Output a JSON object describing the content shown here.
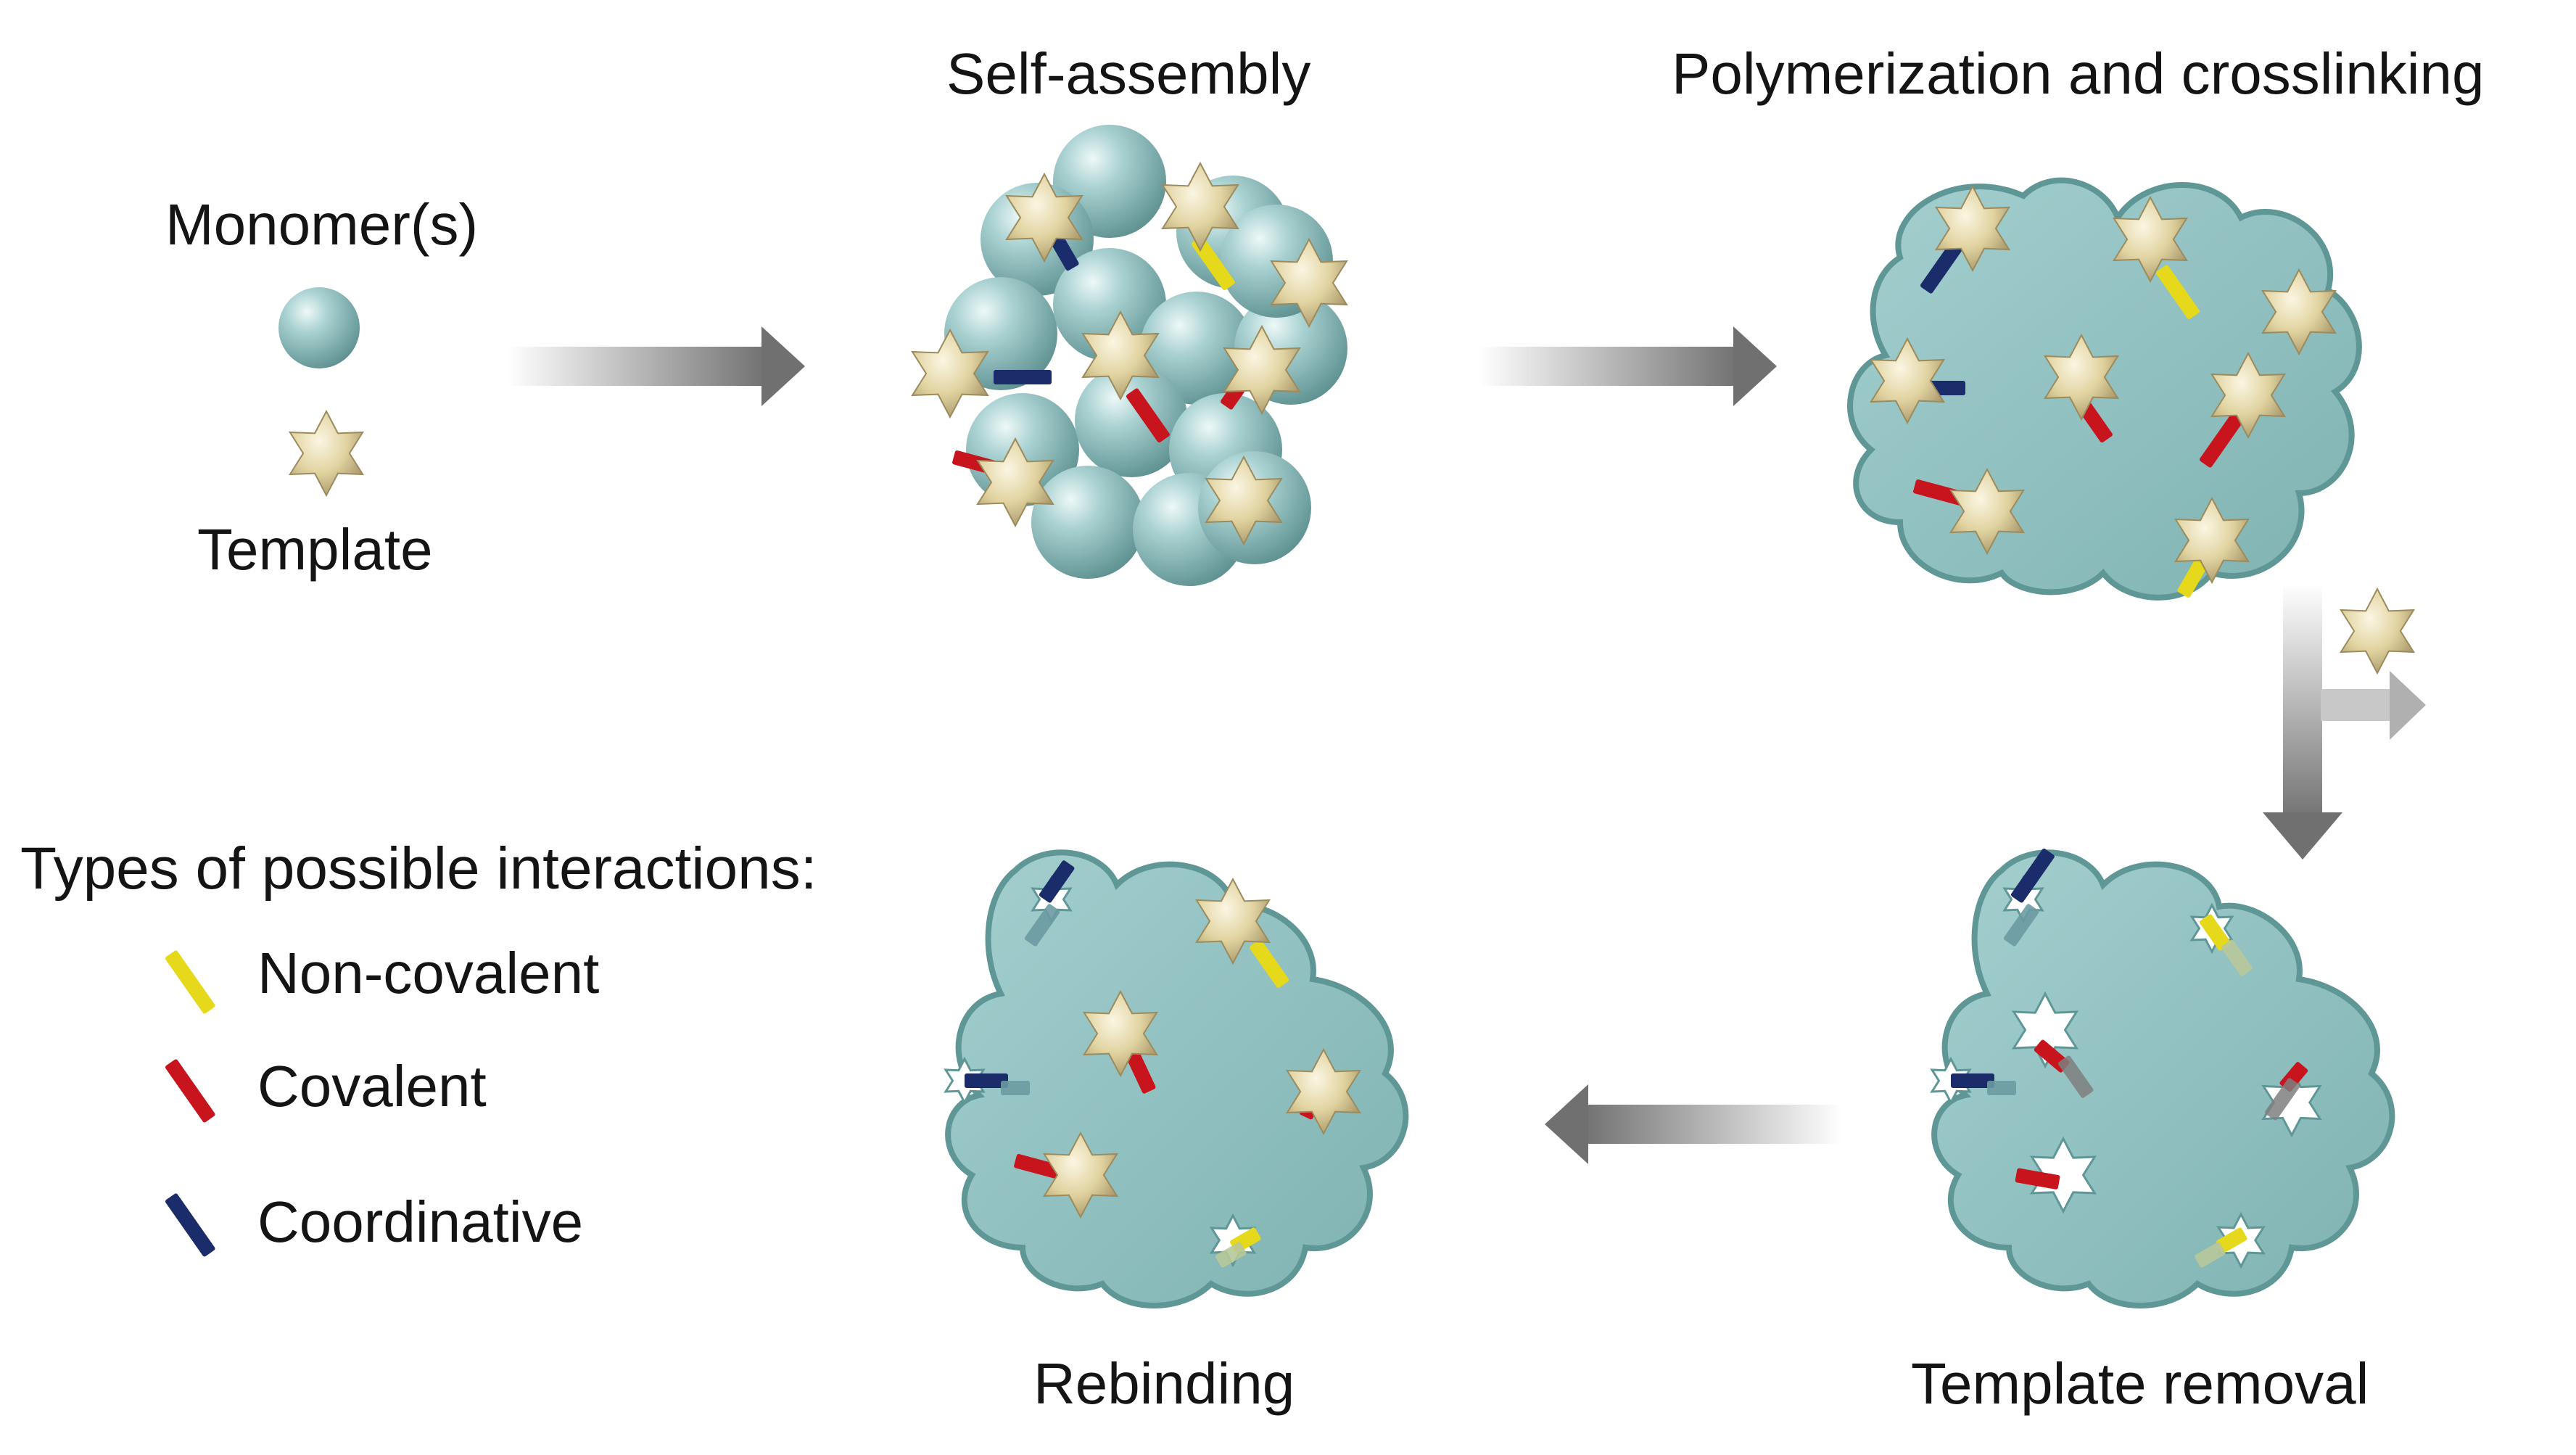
{
  "labels": {
    "monomer": "Monomer(s)",
    "template": "Template",
    "self_assembly": "Self-assembly",
    "polymerization": "Polymerization and crosslinking",
    "template_removal": "Template removal",
    "rebinding": "Rebinding"
  },
  "legend": {
    "title": "Types of possible interactions:",
    "items": [
      {
        "label": "Non-covalent",
        "color": "#e6d81a"
      },
      {
        "label": "Covalent",
        "color": "#c8141c"
      },
      {
        "label": "Coordinative",
        "color": "#1b2c6b"
      }
    ]
  },
  "colors": {
    "polymer": "#8dbdbd",
    "polymer_edge": "#5f9797",
    "monomer_sphere": "#9fcaca",
    "template_star": "#e3d7a9",
    "arrow": "#7a7a7a"
  }
}
